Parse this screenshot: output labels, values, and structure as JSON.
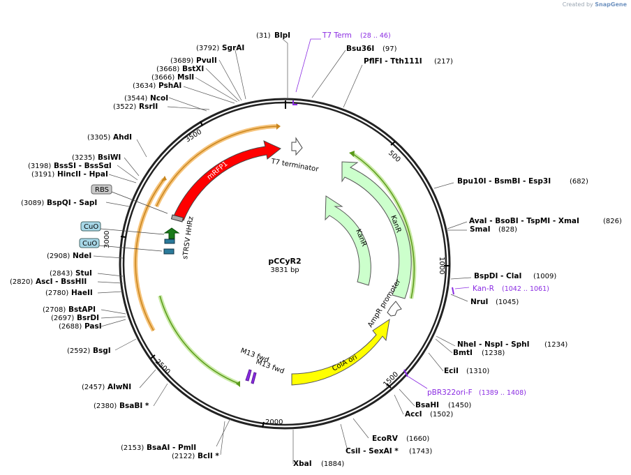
{
  "watermark": {
    "prefix": "Created by",
    "brand": "SnapGene"
  },
  "plasmid": {
    "name": "pCCyR2",
    "length": "3831 bp"
  },
  "ticks": [
    "500",
    "1000",
    "1500",
    "2000",
    "2500",
    "3000",
    "3500"
  ],
  "features": {
    "mRFP1": "mRFP1",
    "t7term": "T7 terminator",
    "kanr_inner": "KanR",
    "kanr_outer": "KanR",
    "ampr_promoter": "AmpR promoter",
    "cola_ori": "ColA ori",
    "strsv": "sTRSV HHRz",
    "m13a": "M13 fwd",
    "m13b": "M13 fwd",
    "rbs": "RBS",
    "cuo1": "CuO",
    "cuo2": "CuO"
  },
  "primers": {
    "t7term": {
      "name": "T7 Term",
      "range": "(28 .. 46)"
    },
    "kanr": {
      "name": "Kan-R",
      "range": "(1042 .. 1061)"
    },
    "pbr": {
      "name": "pBR322ori-F",
      "range": "(1389 .. 1408)"
    }
  },
  "sites": {
    "blpi": {
      "name": "BlpI",
      "pos": "(31)"
    },
    "bsu36i": {
      "name": "Bsu36I",
      "pos": "(97)"
    },
    "pflfi": {
      "name": "PflFI  - Tth111I",
      "pos": "(217)"
    },
    "bpu10i": {
      "name": "Bpu10I  - BsmBI  - Esp3I",
      "pos": "(682)"
    },
    "avai": {
      "name": "AvaI  - BsoBI  - TspMI  - XmaI",
      "pos": "(826)"
    },
    "smai": {
      "name": "SmaI",
      "pos": "(828)"
    },
    "bspdi": {
      "name": "BspDI  - ClaI",
      "pos": "(1009)"
    },
    "nrui": {
      "name": "NruI",
      "pos": "(1045)"
    },
    "nhei": {
      "name": "NheI  - NspI  - SphI",
      "pos": "(1234)"
    },
    "bmti": {
      "name": "BmtI",
      "pos": "(1238)"
    },
    "ecii": {
      "name": "EciI",
      "pos": "(1310)"
    },
    "bsahi": {
      "name": "BsaHI",
      "pos": "(1450)"
    },
    "acci": {
      "name": "AccI",
      "pos": "(1502)"
    },
    "ecorv": {
      "name": "EcoRV",
      "pos": "(1660)"
    },
    "csii": {
      "name": "CsiI  - SexAI *",
      "pos": "(1743)"
    },
    "xbai": {
      "name": "XbaI",
      "pos": "(1884)"
    },
    "bsaai": {
      "name": "BsaAI  - PmlI",
      "pos": "(2153)"
    },
    "bcli": {
      "name": "BclI *",
      "pos": "(2122)"
    },
    "bsabi": {
      "name": "BsaBI *",
      "pos": "(2380)"
    },
    "alwni": {
      "name": "AlwNI",
      "pos": "(2457)"
    },
    "bsgi": {
      "name": "BsgI",
      "pos": "(2592)"
    },
    "bstapi": {
      "name": "BstAPI",
      "pos": "(2708)"
    },
    "bsrdi": {
      "name": "BsrDI",
      "pos": "(2697)"
    },
    "pasi": {
      "name": "PasI",
      "pos": "(2688)"
    },
    "haeii": {
      "name": "HaeII",
      "pos": "(2780)"
    },
    "asci": {
      "name": "AscI  - BssHII",
      "pos": "(2820)"
    },
    "stui": {
      "name": "StuI",
      "pos": "(2843)"
    },
    "ndei": {
      "name": "NdeI",
      "pos": "(2908)"
    },
    "bspqi": {
      "name": "BspQI  - SapI",
      "pos": "(3089)"
    },
    "hincii": {
      "name": "HincII  - HpaI",
      "pos": "(3191)"
    },
    "bsssi": {
      "name": "BssSI  - BssSαI",
      "pos": "(3198)"
    },
    "bsiwi": {
      "name": "BsiWI",
      "pos": "(3235)"
    },
    "ahdi": {
      "name": "AhdI",
      "pos": "(3305)"
    },
    "rsrii": {
      "name": "RsrII",
      "pos": "(3522)"
    },
    "ncoi": {
      "name": "NcoI",
      "pos": "(3544)"
    },
    "pshai": {
      "name": "PshAI",
      "pos": "(3634)"
    },
    "msli": {
      "name": "MslI",
      "pos": "(3666)"
    },
    "bstxi": {
      "name": "BstXI",
      "pos": "(3668)"
    },
    "pvuii": {
      "name": "PvuII",
      "pos": "(3689)"
    },
    "sgrai": {
      "name": "SgrAI",
      "pos": "(3792)"
    }
  },
  "colors": {
    "mrfp1": "#ff0000",
    "kanr": "#ccffcc",
    "cola": "#ffff00",
    "arc_orange": "#f0a030",
    "arc_green": "#5a9a1a",
    "primer": "#8a2be2",
    "cuo": "#a8d8e8",
    "rbs": "#c8c8c8",
    "teal": "#2a7a9a",
    "arrow_green": "#1a7a1a"
  }
}
